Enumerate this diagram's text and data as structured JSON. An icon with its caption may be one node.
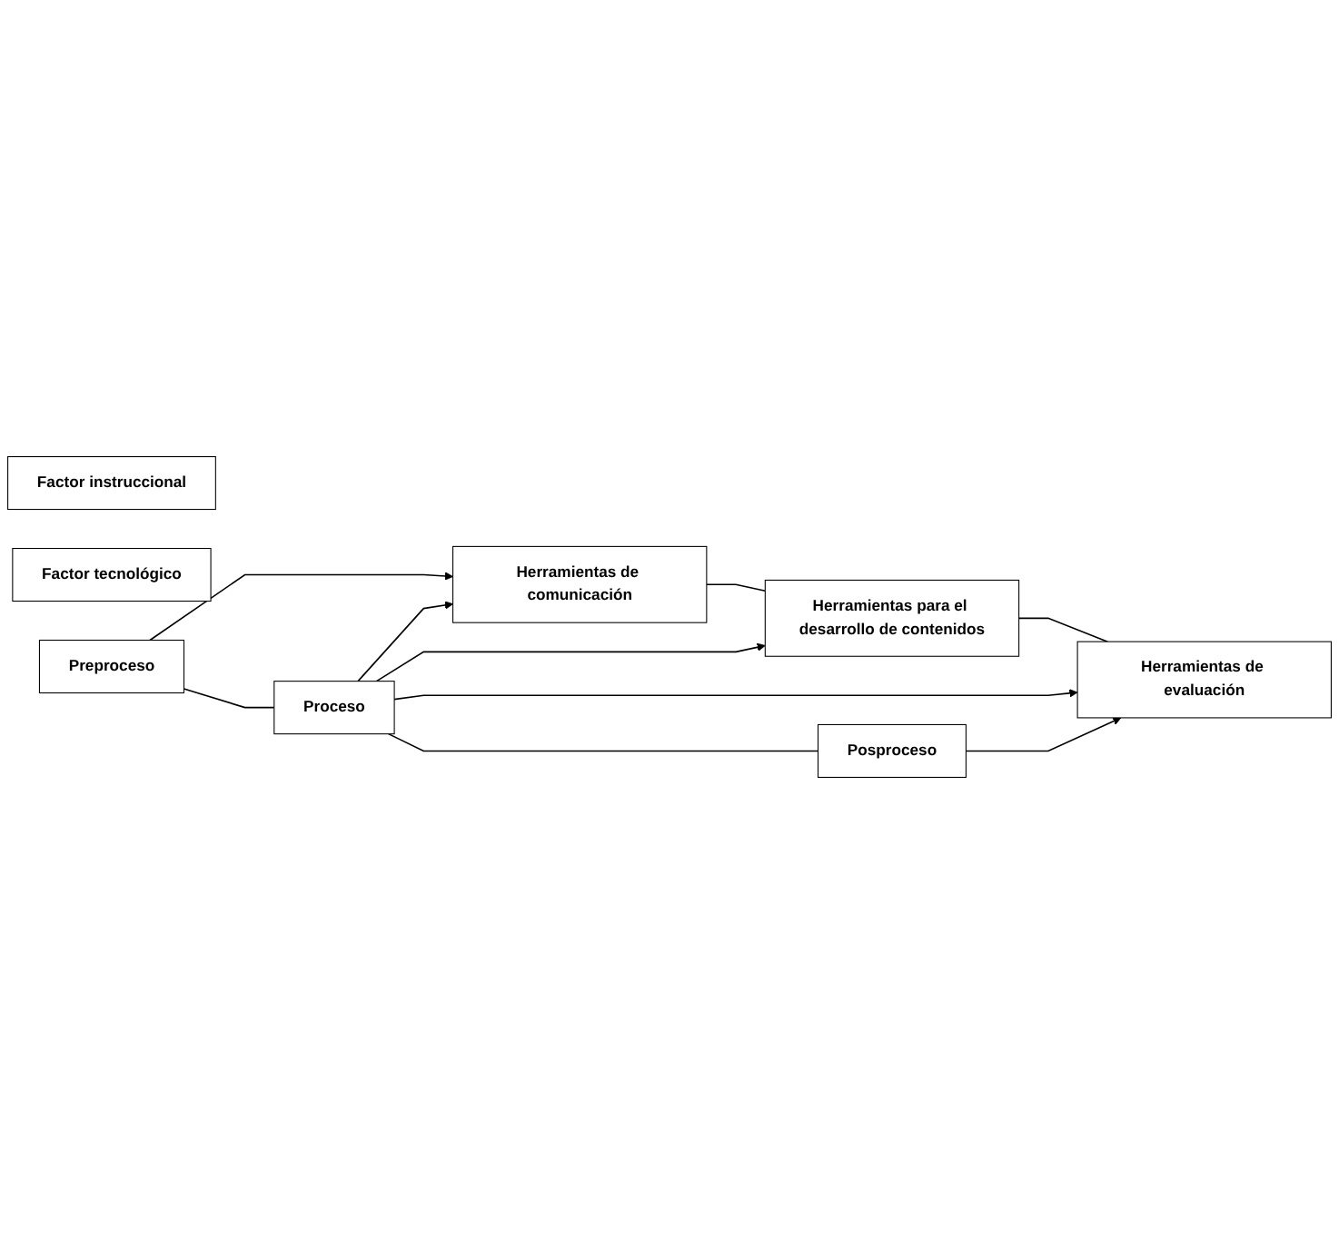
{
  "diagram": {
    "nodes": [
      {
        "text": [
          "Factor instruccional"
        ]
      },
      {
        "text": [
          "Factor tecnológico"
        ]
      },
      {
        "text": [
          "Preproceso"
        ]
      },
      {
        "text": [
          "Proceso"
        ]
      },
      {
        "text": [
          "Posproceso"
        ]
      },
      {
        "text": [
          "Herramientas de comunicación"
        ]
      },
      {
        "text": [
          "Herramientas para el desarrollo de contenidos"
        ]
      },
      {
        "text": [
          "Herramientas de evaluación"
        ]
      }
    ],
    "edges": [
      {
        "from": 2,
        "to": 3,
        "arrow": "none"
      },
      {
        "from": 3,
        "to": 4,
        "arrow": "none"
      },
      {
        "from": 5,
        "to": 6,
        "arrow": "none"
      },
      {
        "from": 6,
        "to": 7,
        "arrow": "none"
      },
      {
        "from": 2,
        "to": 5,
        "arrow": "to"
      },
      {
        "from": 3,
        "to": 5,
        "arrow": "to"
      },
      {
        "from": 3,
        "to": 6,
        "arrow": "to"
      },
      {
        "from": 3,
        "to": 7,
        "arrow": "to"
      },
      {
        "from": 4,
        "to": 7,
        "arrow": "to"
      }
    ]
  }
}
